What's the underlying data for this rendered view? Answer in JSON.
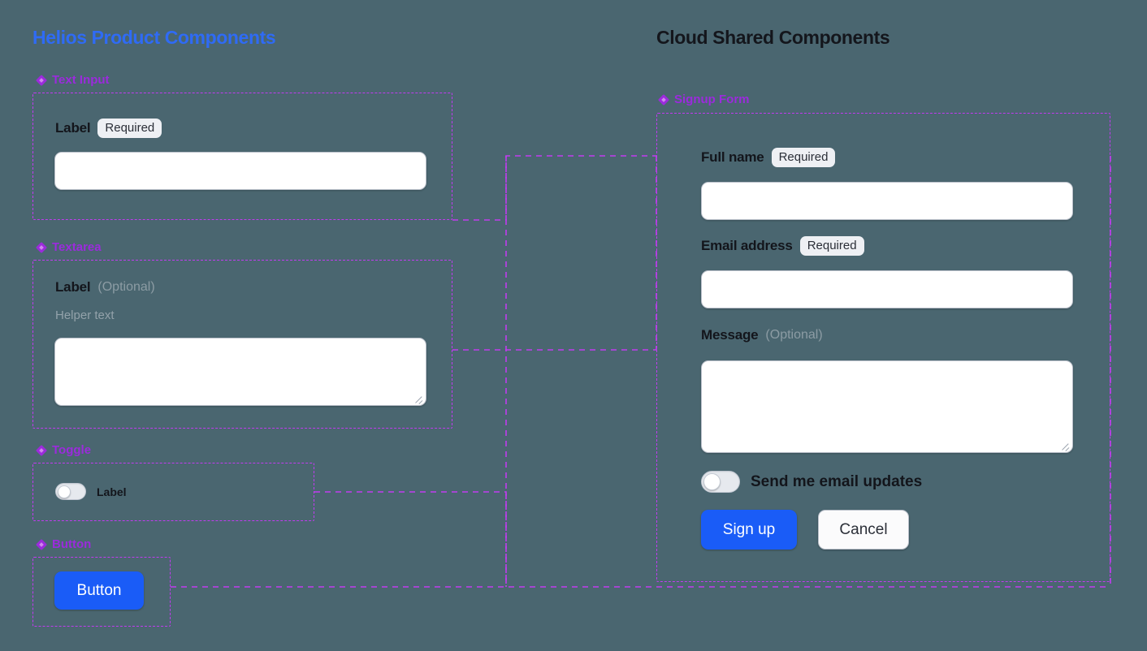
{
  "canvas": {
    "background_color": "#4a6670",
    "accent_blue": "#2f6bf5",
    "accent_purple": "#9b2bdc",
    "frame_dash_color": "#c13bf0"
  },
  "columns": {
    "left": {
      "title": "Helios Product Components",
      "title_color": "#2f6bf5"
    },
    "right": {
      "title": "Cloud Shared Components",
      "title_color": "#14161c"
    }
  },
  "left_sections": [
    {
      "label": "Text Input",
      "icon": "diamond-component-icon",
      "field": {
        "label": "Label",
        "badge": "Required",
        "value": "",
        "placeholder": ""
      }
    },
    {
      "label": "Textarea",
      "icon": "diamond-component-icon",
      "field": {
        "label": "Label",
        "optional": "(Optional)",
        "helper": "Helper text",
        "value": "",
        "placeholder": ""
      }
    },
    {
      "label": "Toggle",
      "icon": "diamond-component-icon",
      "field": {
        "label": "Label",
        "state": "off"
      }
    },
    {
      "label": "Button",
      "icon": "diamond-component-icon",
      "field": {
        "label": "Button"
      }
    }
  ],
  "right_section": {
    "label": "Signup Form",
    "icon": "diamond-component-icon",
    "fields": {
      "full_name": {
        "label": "Full name",
        "badge": "Required",
        "value": "",
        "placeholder": ""
      },
      "email": {
        "label": "Email address",
        "badge": "Required",
        "value": "",
        "placeholder": ""
      },
      "message": {
        "label": "Message",
        "optional": "(Optional)",
        "value": "",
        "placeholder": ""
      },
      "updates_toggle": {
        "label": "Send me email updates",
        "state": "off"
      }
    },
    "actions": {
      "primary": "Sign up",
      "secondary": "Cancel"
    }
  }
}
